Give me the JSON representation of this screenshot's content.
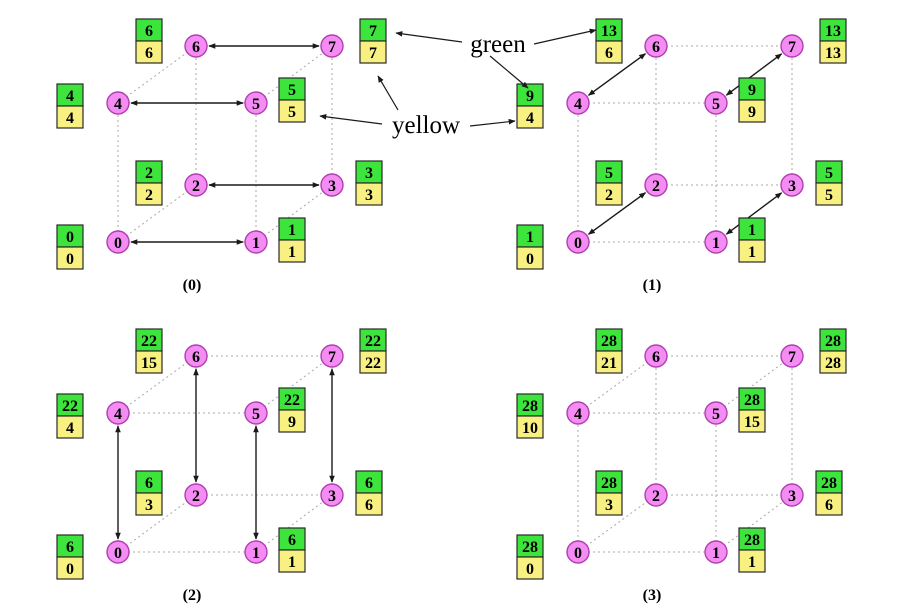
{
  "colors": {
    "node_fill": "#f48cf4",
    "node_stroke": "#b040b0",
    "green": "#3ce43c",
    "yellow": "#f8f080",
    "box_stroke": "#2a2a2a",
    "edge": "#a8a8a8",
    "arrow": "#1a1a1a"
  },
  "node_labels": [
    "0",
    "1",
    "2",
    "3",
    "4",
    "5",
    "6",
    "7"
  ],
  "legend": {
    "green": "green",
    "yellow": "yellow"
  },
  "panels": [
    {
      "caption": "(0)",
      "values": [
        {
          "green": "0",
          "yellow": "0"
        },
        {
          "green": "1",
          "yellow": "1"
        },
        {
          "green": "2",
          "yellow": "2"
        },
        {
          "green": "3",
          "yellow": "3"
        },
        {
          "green": "4",
          "yellow": "4"
        },
        {
          "green": "5",
          "yellow": "5"
        },
        {
          "green": "6",
          "yellow": "6"
        },
        {
          "green": "7",
          "yellow": "7"
        }
      ],
      "exchanges": [
        [
          0,
          1
        ],
        [
          2,
          3
        ],
        [
          4,
          5
        ],
        [
          6,
          7
        ]
      ]
    },
    {
      "caption": "(1)",
      "values": [
        {
          "green": "1",
          "yellow": "0"
        },
        {
          "green": "1",
          "yellow": "1"
        },
        {
          "green": "5",
          "yellow": "2"
        },
        {
          "green": "5",
          "yellow": "5"
        },
        {
          "green": "9",
          "yellow": "4"
        },
        {
          "green": "9",
          "yellow": "9"
        },
        {
          "green": "13",
          "yellow": "6"
        },
        {
          "green": "13",
          "yellow": "13"
        }
      ],
      "exchanges": [
        [
          0,
          2
        ],
        [
          1,
          3
        ],
        [
          4,
          6
        ],
        [
          5,
          7
        ]
      ]
    },
    {
      "caption": "(2)",
      "values": [
        {
          "green": "6",
          "yellow": "0"
        },
        {
          "green": "6",
          "yellow": "1"
        },
        {
          "green": "6",
          "yellow": "3"
        },
        {
          "green": "6",
          "yellow": "6"
        },
        {
          "green": "22",
          "yellow": "4"
        },
        {
          "green": "22",
          "yellow": "9"
        },
        {
          "green": "22",
          "yellow": "15"
        },
        {
          "green": "22",
          "yellow": "22"
        }
      ],
      "exchanges": [
        [
          0,
          4
        ],
        [
          1,
          5
        ],
        [
          2,
          6
        ],
        [
          3,
          7
        ]
      ]
    },
    {
      "caption": "(3)",
      "values": [
        {
          "green": "28",
          "yellow": "0"
        },
        {
          "green": "28",
          "yellow": "1"
        },
        {
          "green": "28",
          "yellow": "3"
        },
        {
          "green": "28",
          "yellow": "6"
        },
        {
          "green": "28",
          "yellow": "10"
        },
        {
          "green": "28",
          "yellow": "15"
        },
        {
          "green": "28",
          "yellow": "21"
        },
        {
          "green": "28",
          "yellow": "28"
        }
      ],
      "exchanges": []
    }
  ]
}
